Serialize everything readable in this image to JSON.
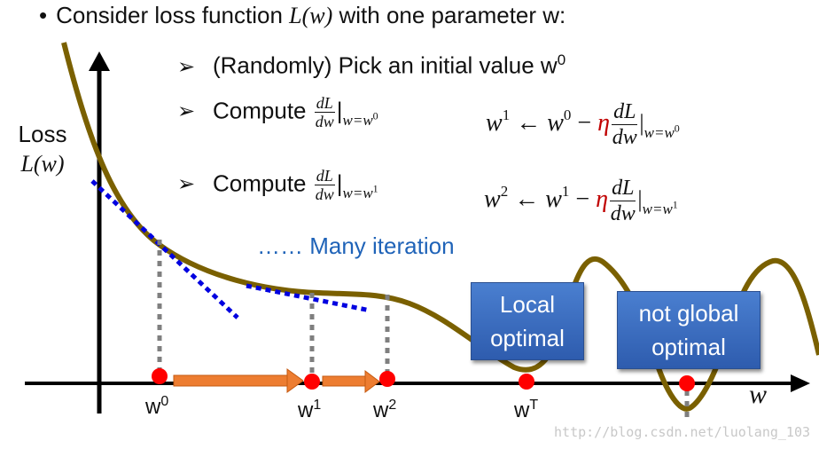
{
  "header": {
    "bullet": "•",
    "text_before": "Consider loss function ",
    "func": "L(w)",
    "text_after": " with one parameter w:"
  },
  "steps": [
    {
      "arrow": "➢",
      "text": "(Randomly) Pick an initial value w",
      "sup": "0"
    },
    {
      "arrow": "➢",
      "text": "Compute ",
      "num": "dL",
      "den": "dw",
      "bar": "|",
      "sub": "w=w",
      "subsup": "0"
    },
    {
      "arrow": "➢",
      "text": "Compute ",
      "num": "dL",
      "den": "dw",
      "bar": "|",
      "sub": "w=w",
      "subsup": "1"
    }
  ],
  "equations": [
    {
      "lhs": "w",
      "lhs_sup": "1",
      "arrow": "←",
      "rhs_w": "w",
      "rhs_sup": "0",
      "minus": "−",
      "eta": "η",
      "num": "dL",
      "den": "dw",
      "bar": "|",
      "sub": "w=w",
      "subsup": "0"
    },
    {
      "lhs": "w",
      "lhs_sup": "2",
      "arrow": "←",
      "rhs_w": "w",
      "rhs_sup": "1",
      "minus": "−",
      "eta": "η",
      "num": "dL",
      "den": "dw",
      "bar": "|",
      "sub": "w=w",
      "subsup": "1"
    }
  ],
  "axis": {
    "ylabel_line1": "Loss",
    "ylabel_line2": "L(w)",
    "xlabel": "w"
  },
  "many_iteration": "…… Many iteration",
  "callouts": {
    "local": {
      "line1": "Local",
      "line2": "optimal"
    },
    "not_global": {
      "line1": "not global",
      "line2": "optimal"
    }
  },
  "points": [
    {
      "label": "w",
      "sup": "0"
    },
    {
      "label": "w",
      "sup": "1"
    },
    {
      "label": "w",
      "sup": "2"
    },
    {
      "label": "w",
      "sup": "T"
    }
  ],
  "watermark": "http://blog.csdn.net/luolang_103",
  "colors": {
    "curve": "#7a6000",
    "tangent": "#0000e0",
    "point": "#ff0000",
    "step_arrow": "#ed7d31",
    "callout": "#3a6cc0",
    "eta": "#c00000",
    "iteration_text": "#1f63b8"
  }
}
